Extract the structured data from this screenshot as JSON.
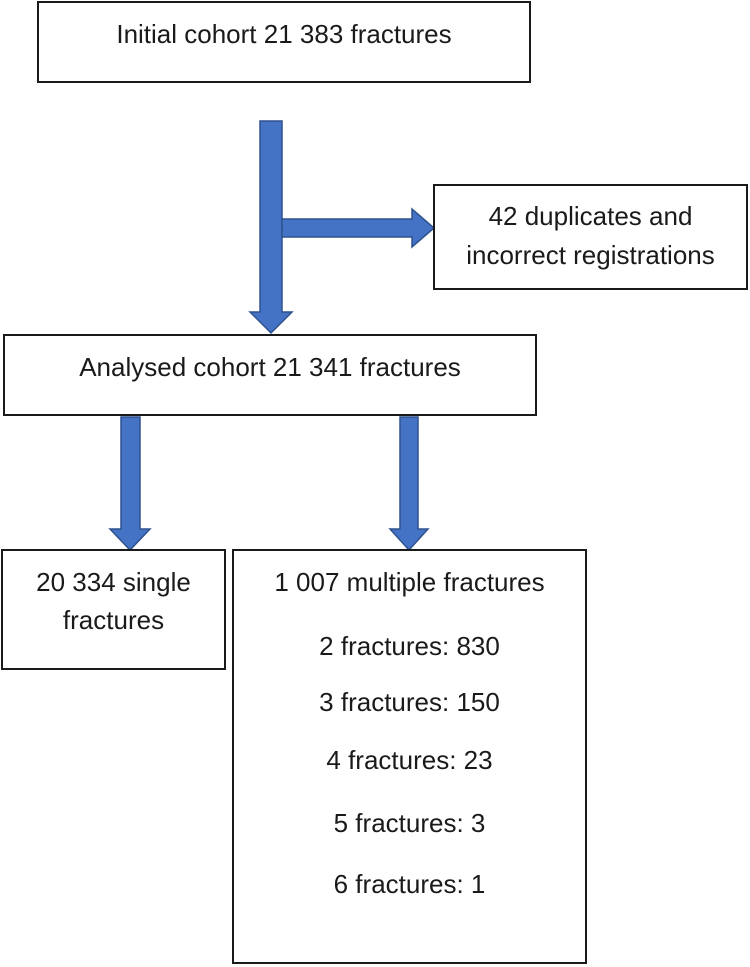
{
  "initial_cohort": {
    "label": "Initial cohort 21 383 fractures"
  },
  "excluded": {
    "line1": "42 duplicates and",
    "line2": "incorrect registrations"
  },
  "analysed_cohort": {
    "label": "Analysed cohort 21 341 fractures"
  },
  "single_fractures": {
    "line1": "20 334 single",
    "line2": "fractures"
  },
  "multiple_fractures": {
    "title": "1 007 multiple fractures",
    "breakdown": [
      "2 fractures: 830",
      "3 fractures: 150",
      "4 fractures: 23",
      "5 fractures: 3",
      "6 fractures: 1"
    ]
  },
  "colors": {
    "arrow_fill": "#4472C4",
    "arrow_stroke": "#2F528F",
    "box_border": "#1a1a1a"
  }
}
